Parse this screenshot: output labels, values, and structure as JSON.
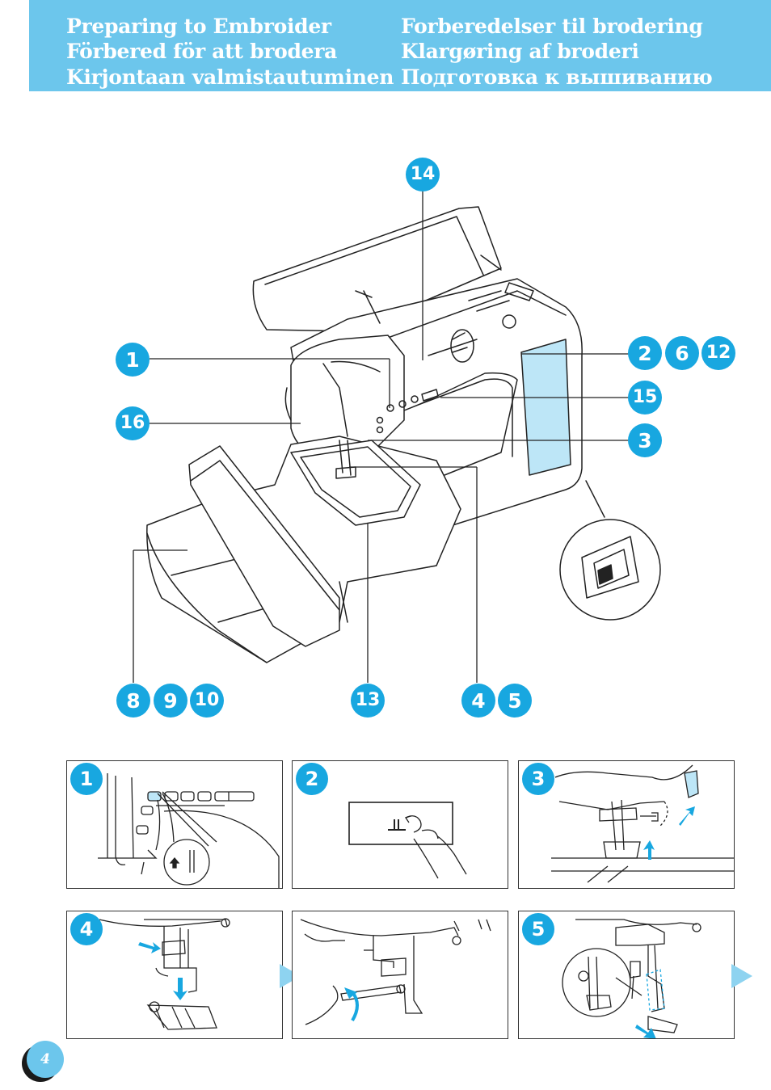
{
  "header": {
    "titles": [
      "Preparing to Embroider",
      "Förbered för att brodera",
      "Kirjontaan valmistautuminen",
      "Forberedelser til brodering",
      "Klargøring af broderi",
      "Подготовка к вышиванию"
    ]
  },
  "callouts": [
    "1",
    "2",
    "6",
    "12",
    "14",
    "15",
    "16",
    "3",
    "8",
    "9",
    "10",
    "13",
    "4",
    "5"
  ],
  "panels": [
    {
      "number": "1"
    },
    {
      "number": "2"
    },
    {
      "number": "3"
    },
    {
      "number": "4"
    },
    {
      "number": ""
    },
    {
      "number": "5"
    }
  ],
  "page_number": "4",
  "colors": {
    "header_bg": "#6cc6ec",
    "badge": "#18a7e0",
    "screen": "#bde6f7",
    "arrow": "#8ed3f0"
  },
  "icons": [
    "right-arrow-icon",
    "power-switch-icon",
    "needle-up-icon",
    "needle-position-icon"
  ]
}
